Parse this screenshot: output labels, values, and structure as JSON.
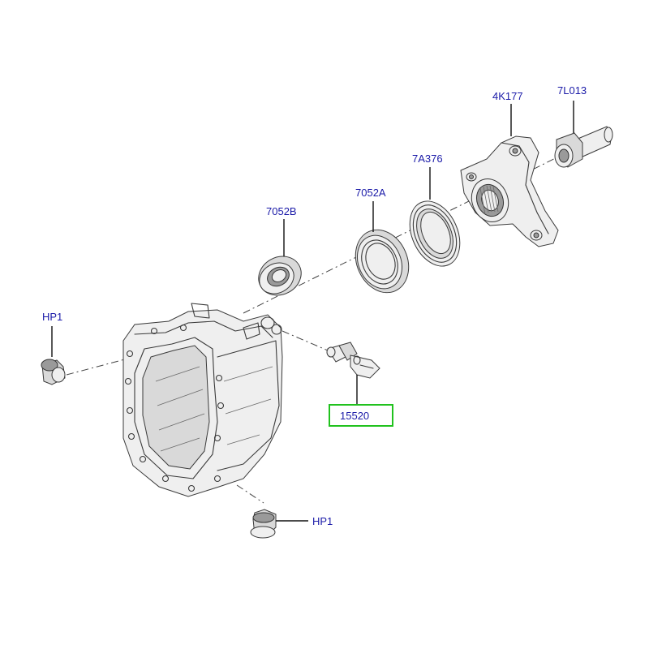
{
  "colors": {
    "label": "#1a1aa8",
    "highlight": "#21c21e",
    "linework": "#3a3a3a"
  },
  "parts": {
    "hp1_left": "HP1",
    "hp1_bottom": "HP1",
    "seal_7052b": "7052B",
    "seal_7052a": "7052A",
    "gasket_7a376": "7A376",
    "flange_4k177": "4K177",
    "bolt_7l013": "7L013",
    "sensor_15520": "15520"
  },
  "highlighted_part": "15520"
}
